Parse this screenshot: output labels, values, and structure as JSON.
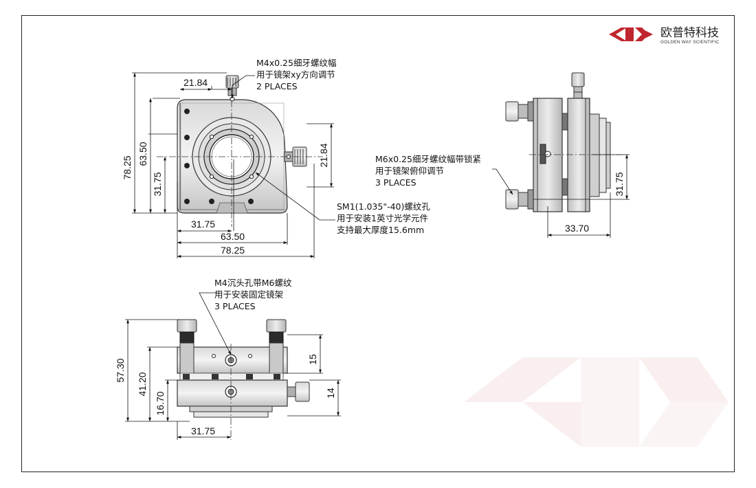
{
  "brand": {
    "name_cn": "欧普特科技",
    "name_en": "GOLDEN WAY SCIENTIFIC",
    "logo_color": "#c0262d",
    "watermark_color": "#f6e7e7"
  },
  "front_view": {
    "dims": {
      "top_offset": "21.84",
      "height_total": "78.25",
      "height_mid": "63.50",
      "height_half": "31.75",
      "right_offset": "21.84",
      "width_half": "31.75",
      "width_mid": "63.50",
      "width_total": "78.25"
    },
    "note_top": [
      "M4x0.25细牙螺纹幅",
      "用于镜架xy方向调节",
      "2 PLACES"
    ],
    "note_sm1": [
      "SM1(1.035\"-40)螺纹孔",
      "用于安装1英寸光学元件",
      "支持最大厚度15.6mm"
    ]
  },
  "side_view": {
    "dims": {
      "height_half": "31.75",
      "depth": "33.70"
    },
    "note": [
      "M6x0.25细牙螺纹幅带锁紧",
      "用于镜架俯仰调节",
      "3 PLACES"
    ]
  },
  "bottom_view": {
    "dims": {
      "height_total": "57.30",
      "height_mid": "41.20",
      "height_low": "16.70",
      "upper_gap": "15",
      "lower_gap": "14",
      "width_half": "31.75"
    },
    "note": [
      "M4沉头孔带M6螺纹",
      "用于安装固定镜架",
      "3 PLACES"
    ]
  }
}
